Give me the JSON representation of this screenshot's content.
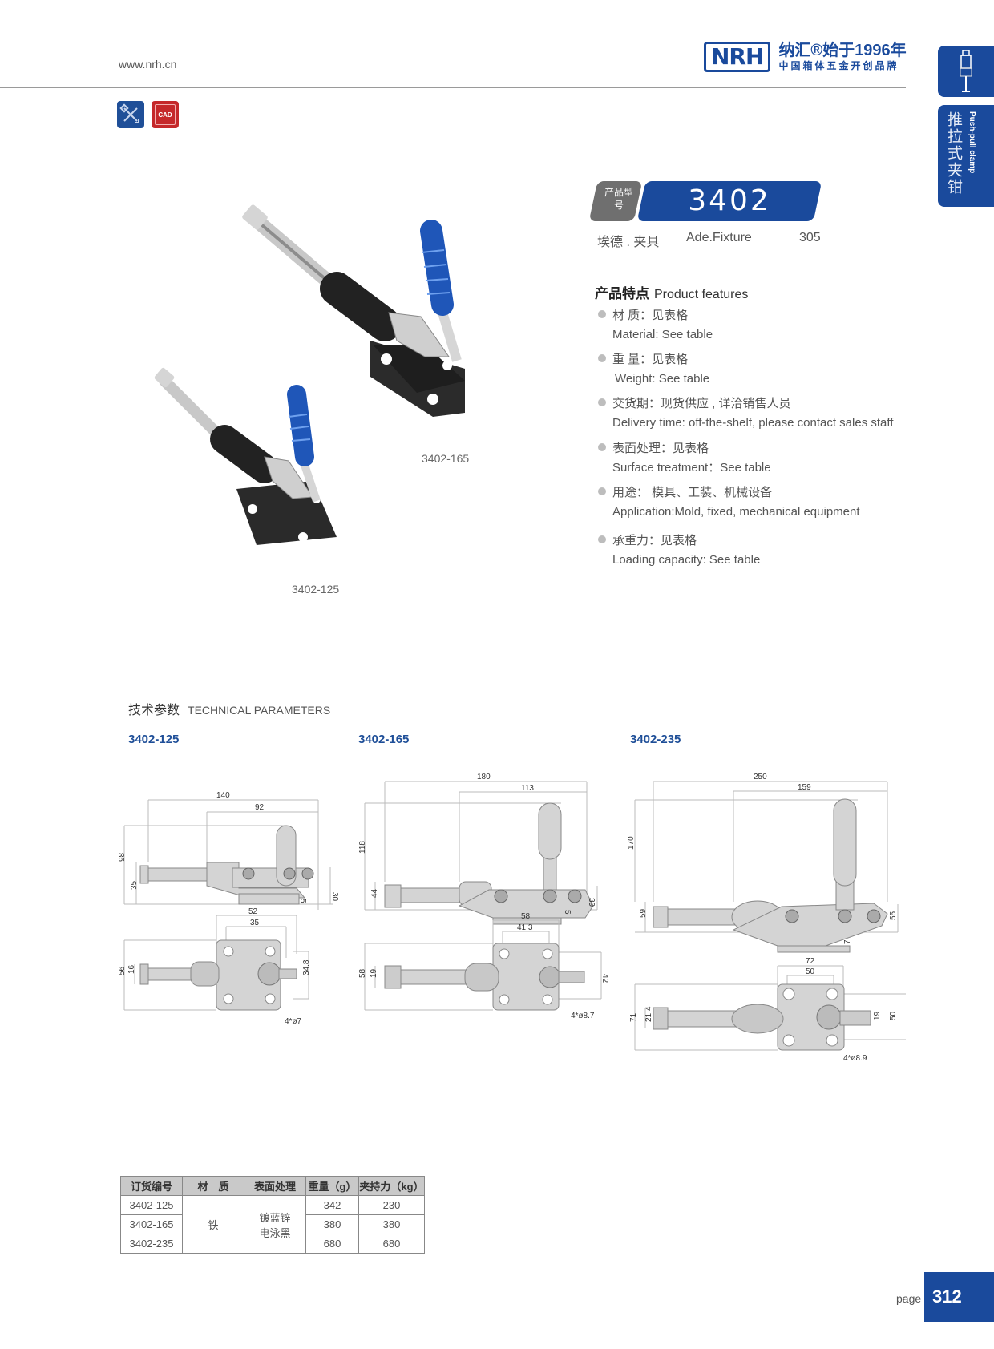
{
  "header": {
    "site_url": "www.nrh.cn",
    "logo_mark": "NRH",
    "logo_line1": "纳汇®始于1996年",
    "logo_line2": "中国箱体五金开创品牌"
  },
  "side_tab": {
    "category_cn": "推拉式夹钳",
    "category_en": "Push-pull clamp"
  },
  "top_icons": {
    "tool_icon": "ruler-pencil-icon",
    "cad_label": "CAD"
  },
  "product": {
    "model_badge_label": "产品型号",
    "model_number": "3402",
    "name_cn": "埃德 . 夹具",
    "name_en": "Ade.Fixture",
    "material_code": "305"
  },
  "features": {
    "title_cn": "产品特点",
    "title_en": "Product features",
    "items": [
      {
        "cn": "材  质：见表格",
        "en": "Material: See table"
      },
      {
        "cn": "重  量：见表格",
        "en": "Weight: See table"
      },
      {
        "cn": "交货期：现货供应 , 详洽销售人员",
        "en": "Delivery time: off-the-shelf, please contact sales staff"
      },
      {
        "cn": "表面处理：见表格",
        "en": "Surface treatment：See table"
      },
      {
        "cn": "用途： 模具、工装、机械设备",
        "en": "Application:Mold, fixed, mechanical equipment"
      },
      {
        "cn": "承重力：见表格",
        "en": "Loading capacity: See table"
      }
    ]
  },
  "photos": {
    "caption_large": "3402-165",
    "caption_small": "3402-125"
  },
  "technical": {
    "title_cn": "技术参数",
    "title_en": "TECHNICAL PARAMETERS",
    "models": [
      {
        "name": "3402-125",
        "side": {
          "overall_length": "140",
          "handle_offset": "92",
          "height": "98",
          "body_height": "35",
          "base_height": "30",
          "base_thickness": "5"
        },
        "top": {
          "base_width": "52",
          "hole_spacing_x": "35",
          "overall_width": "56",
          "plunger_dia": "16",
          "hole_spacing_y": "34.8",
          "holes": "4*ø7"
        }
      },
      {
        "name": "3402-165",
        "side": {
          "overall_length": "180",
          "handle_offset": "113",
          "height": "118",
          "body_height": "44",
          "base_height": "39",
          "base_thickness": "5"
        },
        "top": {
          "base_width": "58",
          "hole_spacing_x": "41.3",
          "overall_width": "58",
          "plunger_dia": "19",
          "hole_spacing_y": "42",
          "holes": "4*ø8.7"
        }
      },
      {
        "name": "3402-235",
        "side": {
          "overall_length": "250",
          "handle_offset": "159",
          "height": "170",
          "body_height": "59",
          "base_height": "55",
          "base_thickness": "7"
        },
        "top": {
          "base_width": "72",
          "hole_spacing_x": "50",
          "overall_width": "71",
          "plunger_dia": "21.4",
          "hole_spacing_y": "50",
          "tip_width": "19",
          "holes": "4*ø8.9"
        }
      }
    ]
  },
  "spec_table": {
    "headers": [
      "订货编号",
      "材　质",
      "表面处理",
      "重量（g）",
      "夹持力（kg）"
    ],
    "material": "铁",
    "surface_line1": "镀蓝锌",
    "surface_line2": "电泳黑",
    "rows": [
      {
        "code": "3402-125",
        "weight": "342",
        "force": "230"
      },
      {
        "code": "3402-165",
        "weight": "380",
        "force": "380"
      },
      {
        "code": "3402-235",
        "weight": "680",
        "force": "680"
      }
    ]
  },
  "footer": {
    "page_label": "page",
    "page_number": "312"
  }
}
